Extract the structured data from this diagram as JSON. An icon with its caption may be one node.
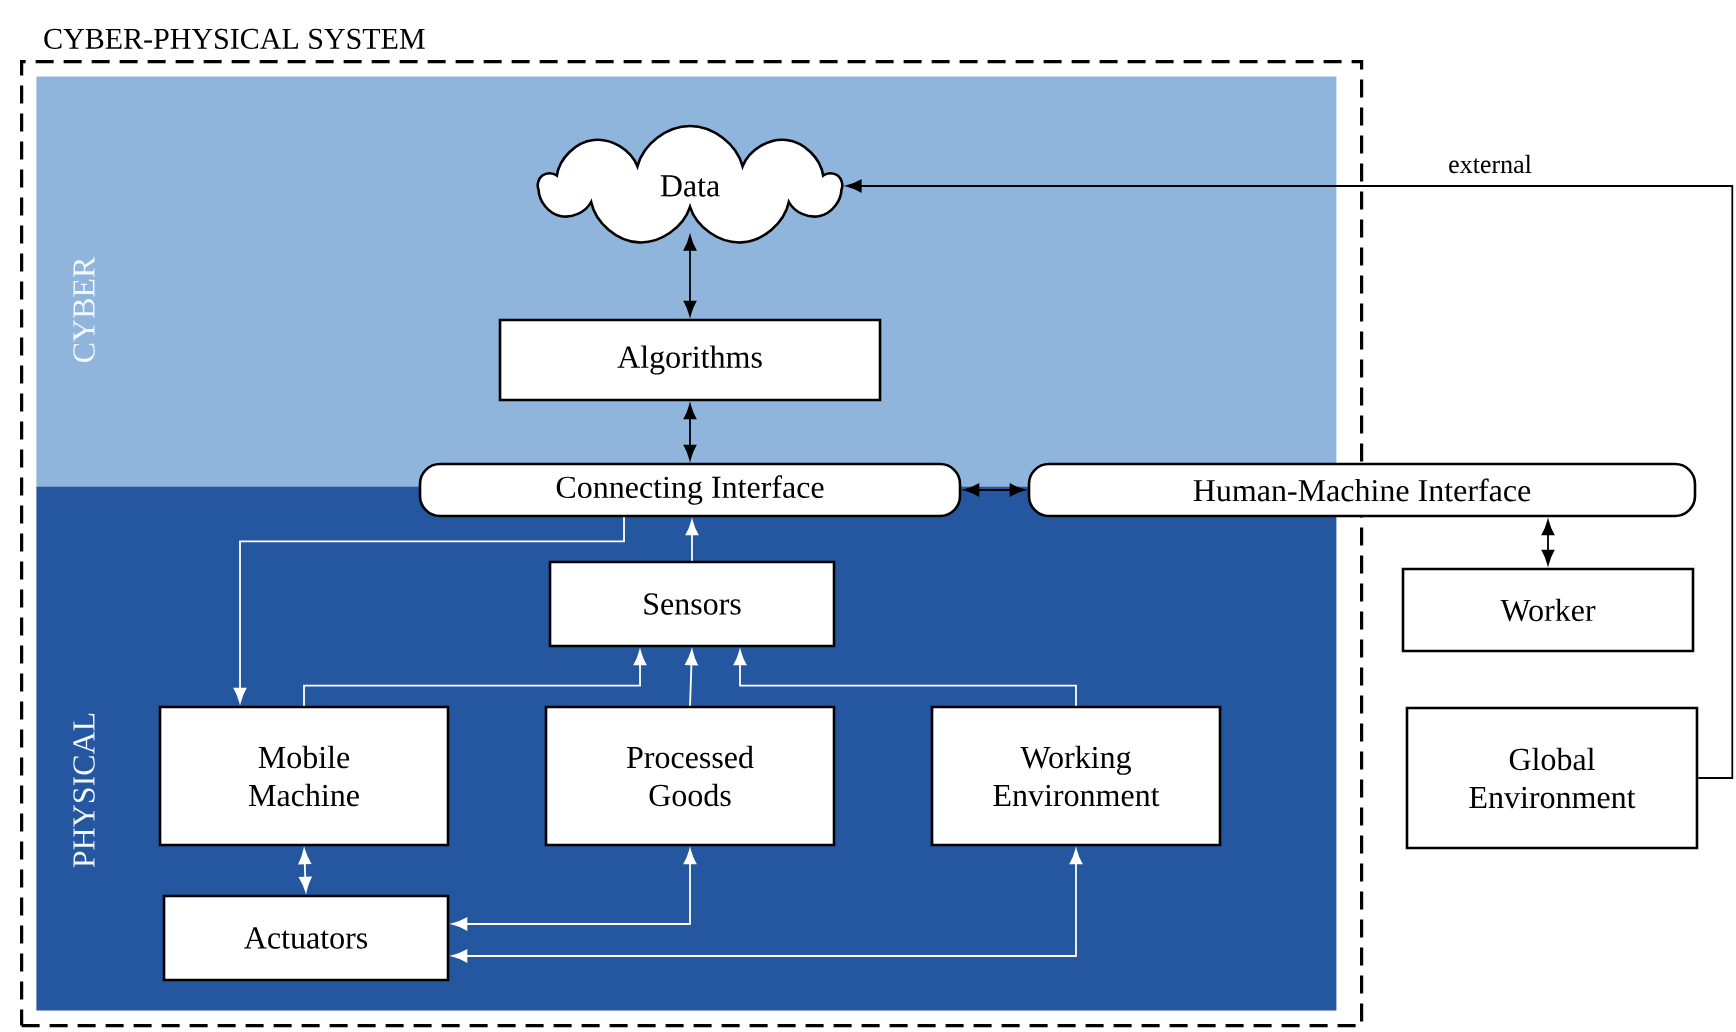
{
  "diagram": {
    "nodes": [
      {
        "text": [
          "CYBER-PHYSICAL SYSTEM"
        ]
      },
      {
        "text": [
          "CYBER"
        ],
        "in": 0
      },
      {
        "text": [
          "PHYSICAL"
        ],
        "in": 0
      },
      {
        "text": [
          "Data"
        ],
        "in": 1
      },
      {
        "text": [
          "Algorithms"
        ],
        "in": 1
      },
      {
        "text": [
          "Connecting Interface"
        ],
        "in": 0
      },
      {
        "text": [
          "Human-Machine Interface"
        ]
      },
      {
        "text": [
          "Sensors"
        ],
        "in": 2
      },
      {
        "text": [
          "Mobile Machine"
        ],
        "in": 2
      },
      {
        "text": [
          "Processed Goods"
        ],
        "in": 2
      },
      {
        "text": [
          "Working Environment"
        ],
        "in": 2
      },
      {
        "text": [
          "Actuators"
        ],
        "in": 2
      },
      {
        "text": [
          "Worker"
        ]
      },
      {
        "text": [
          "Global Environment"
        ]
      }
    ],
    "edges": [
      {
        "from": 13,
        "to": 3,
        "arrow": "to",
        "label": "external",
        "color": "#000000"
      },
      {
        "from": 3,
        "to": 4,
        "arrow": "both",
        "color": "#000000"
      },
      {
        "from": 4,
        "to": 5,
        "arrow": "both",
        "color": "#000000"
      },
      {
        "from": 5,
        "to": 6,
        "arrow": "both",
        "color": "#000000"
      },
      {
        "from": 6,
        "to": 12,
        "arrow": "both",
        "color": "#000000"
      },
      {
        "from": 7,
        "to": 5,
        "arrow": "to"
      },
      {
        "from": 5,
        "to": 8,
        "arrow": "to"
      },
      {
        "from": 8,
        "to": 7,
        "arrow": "to"
      },
      {
        "from": 9,
        "to": 7,
        "arrow": "to"
      },
      {
        "from": 10,
        "to": 7,
        "arrow": "to"
      },
      {
        "from": 8,
        "to": 11,
        "arrow": "both"
      },
      {
        "from": 11,
        "to": 9,
        "arrow": "both"
      },
      {
        "from": 11,
        "to": 10,
        "arrow": "both"
      }
    ]
  }
}
